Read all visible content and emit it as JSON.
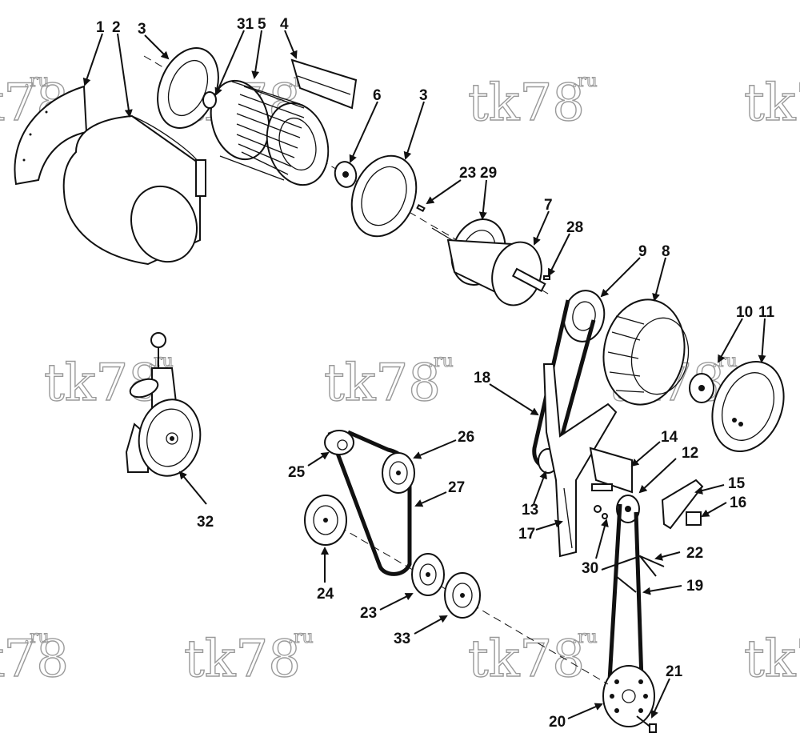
{
  "watermark": {
    "text": "tk78",
    "suffix": ".ru"
  },
  "callouts": [
    "1",
    "2",
    "3",
    "31",
    "5",
    "4",
    "6",
    "3",
    "23",
    "29",
    "7",
    "28",
    "9",
    "8",
    "10",
    "11",
    "18",
    "32",
    "26",
    "25",
    "27",
    "14",
    "12",
    "15",
    "16",
    "13",
    "17",
    "24",
    "30",
    "22",
    "19",
    "23",
    "33",
    "21",
    "20"
  ],
  "colors": {
    "line": "#111111",
    "watermark": "#9a9a9a",
    "background": "#ffffff"
  }
}
